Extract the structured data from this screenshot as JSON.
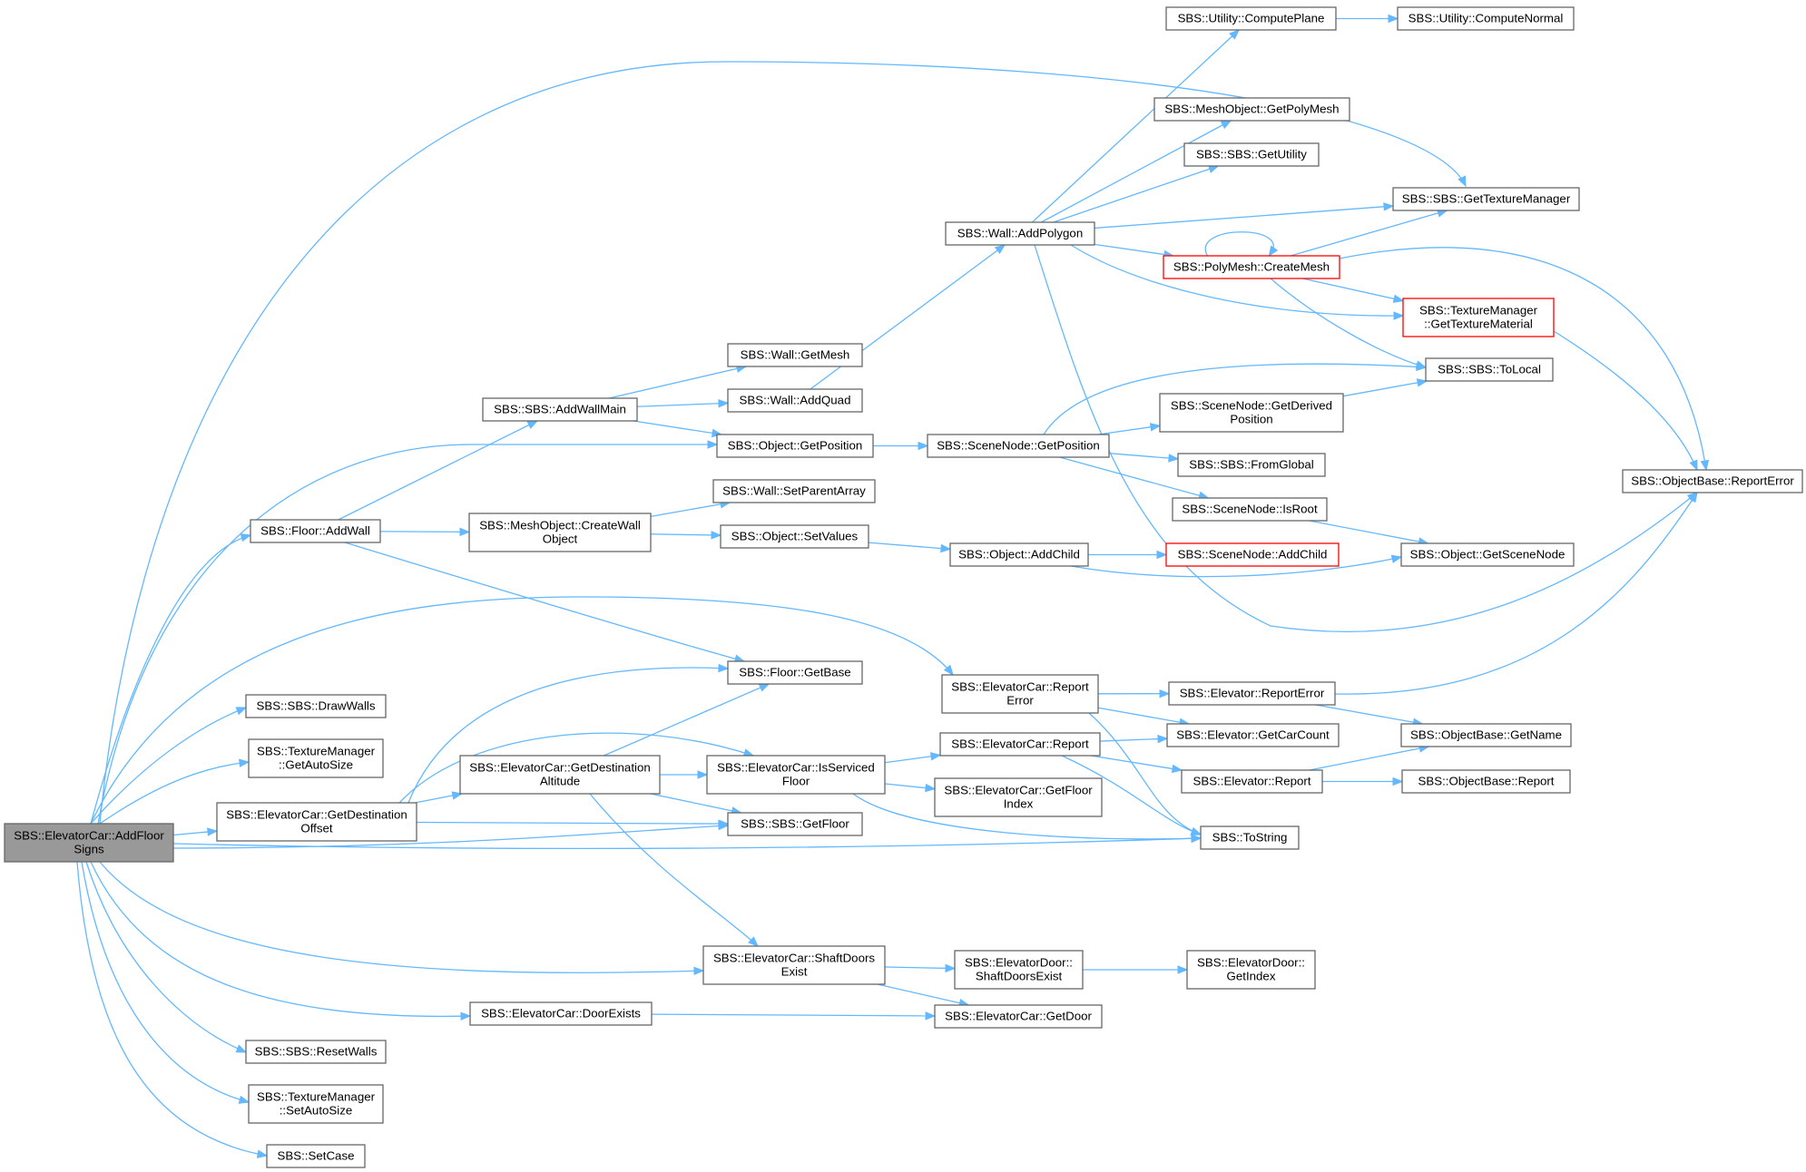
{
  "graph": {
    "colors": {
      "edge": "#63b8ff",
      "node_border": "#666666",
      "highlight_border": "#ff0000",
      "root_fill": "#999999"
    },
    "nodes": [
      {
        "id": "n0",
        "lines": [
          "SBS::ElevatorCar::AddFloor",
          "Signs"
        ],
        "root": true
      },
      {
        "id": "n1",
        "lines": [
          "SBS::Floor::AddWall"
        ]
      },
      {
        "id": "n2",
        "lines": [
          "SBS::SBS::AddWallMain"
        ]
      },
      {
        "id": "n3",
        "lines": [
          "SBS::Wall::GetMesh"
        ]
      },
      {
        "id": "n4",
        "lines": [
          "SBS::Wall::AddQuad"
        ]
      },
      {
        "id": "n5",
        "lines": [
          "SBS::Object::GetPosition"
        ]
      },
      {
        "id": "n6",
        "lines": [
          "SBS::Wall::AddPolygon"
        ]
      },
      {
        "id": "n7",
        "lines": [
          "SBS::Utility::ComputePlane"
        ]
      },
      {
        "id": "n8",
        "lines": [
          "SBS::Utility::ComputeNormal"
        ]
      },
      {
        "id": "n9",
        "lines": [
          "SBS::MeshObject::GetPolyMesh"
        ]
      },
      {
        "id": "n10",
        "lines": [
          "SBS::SBS::GetUtility"
        ]
      },
      {
        "id": "n11",
        "lines": [
          "SBS::SBS::GetTextureManager"
        ]
      },
      {
        "id": "n12",
        "lines": [
          "SBS::PolyMesh::CreateMesh"
        ],
        "red": true
      },
      {
        "id": "n13",
        "lines": [
          "SBS::TextureManager",
          "::GetTextureMaterial"
        ],
        "red": true
      },
      {
        "id": "n14",
        "lines": [
          "SBS::SBS::ToLocal"
        ]
      },
      {
        "id": "n15",
        "lines": [
          "SBS::ObjectBase::ReportError"
        ]
      },
      {
        "id": "n16",
        "lines": [
          "SBS::SceneNode::GetPosition"
        ]
      },
      {
        "id": "n17",
        "lines": [
          "SBS::SceneNode::GetDerived",
          "Position"
        ]
      },
      {
        "id": "n18",
        "lines": [
          "SBS::SBS::FromGlobal"
        ]
      },
      {
        "id": "n19",
        "lines": [
          "SBS::SceneNode::IsRoot"
        ]
      },
      {
        "id": "n20",
        "lines": [
          "SBS::Object::GetSceneNode"
        ]
      },
      {
        "id": "n21",
        "lines": [
          "SBS::MeshObject::CreateWall",
          "Object"
        ]
      },
      {
        "id": "n22",
        "lines": [
          "SBS::Wall::SetParentArray"
        ]
      },
      {
        "id": "n23",
        "lines": [
          "SBS::Object::SetValues"
        ]
      },
      {
        "id": "n24",
        "lines": [
          "SBS::Object::AddChild"
        ]
      },
      {
        "id": "n25",
        "lines": [
          "SBS::SceneNode::AddChild"
        ],
        "red": true
      },
      {
        "id": "n26",
        "lines": [
          "SBS::Floor::GetBase"
        ]
      },
      {
        "id": "n27",
        "lines": [
          "SBS::ElevatorCar::Report",
          "Error"
        ]
      },
      {
        "id": "n28",
        "lines": [
          "SBS::Elevator::ReportError"
        ]
      },
      {
        "id": "n29",
        "lines": [
          "SBS::Elevator::GetCarCount"
        ]
      },
      {
        "id": "n30",
        "lines": [
          "SBS::ObjectBase::GetName"
        ]
      },
      {
        "id": "n31",
        "lines": [
          "SBS::ToString"
        ]
      },
      {
        "id": "n32",
        "lines": [
          "SBS::SBS::DrawWalls"
        ]
      },
      {
        "id": "n33",
        "lines": [
          "SBS::TextureManager",
          "::GetAutoSize"
        ]
      },
      {
        "id": "n34",
        "lines": [
          "SBS::ElevatorCar::GetDestination",
          "Offset"
        ]
      },
      {
        "id": "n35",
        "lines": [
          "SBS::ElevatorCar::GetDestination",
          "Altitude"
        ]
      },
      {
        "id": "n36",
        "lines": [
          "SBS::ElevatorCar::IsServiced",
          "Floor"
        ]
      },
      {
        "id": "n37",
        "lines": [
          "SBS::ElevatorCar::Report"
        ]
      },
      {
        "id": "n38",
        "lines": [
          "SBS::Elevator::Report"
        ]
      },
      {
        "id": "n39",
        "lines": [
          "SBS::ObjectBase::Report"
        ]
      },
      {
        "id": "n40",
        "lines": [
          "SBS::ElevatorCar::GetFloor",
          "Index"
        ]
      },
      {
        "id": "n41",
        "lines": [
          "SBS::SBS::GetFloor"
        ]
      },
      {
        "id": "n42",
        "lines": [
          "SBS::ElevatorCar::ShaftDoors",
          "Exist"
        ]
      },
      {
        "id": "n43",
        "lines": [
          "SBS::ElevatorDoor::",
          "ShaftDoorsExist"
        ]
      },
      {
        "id": "n44",
        "lines": [
          "SBS::ElevatorDoor::",
          "GetIndex"
        ]
      },
      {
        "id": "n45",
        "lines": [
          "SBS::ElevatorCar::DoorExists"
        ]
      },
      {
        "id": "n46",
        "lines": [
          "SBS::ElevatorCar::GetDoor"
        ]
      },
      {
        "id": "n47",
        "lines": [
          "SBS::SBS::ResetWalls"
        ]
      },
      {
        "id": "n48",
        "lines": [
          "SBS::TextureManager",
          "::SetAutoSize"
        ]
      },
      {
        "id": "n49",
        "lines": [
          "SBS::SetCase"
        ]
      }
    ],
    "edges": [
      [
        "n0",
        "n1"
      ],
      [
        "n0",
        "n11"
      ],
      [
        "n0",
        "n5"
      ],
      [
        "n0",
        "n27"
      ],
      [
        "n0",
        "n32"
      ],
      [
        "n0",
        "n33"
      ],
      [
        "n0",
        "n34"
      ],
      [
        "n0",
        "n41"
      ],
      [
        "n0",
        "n31"
      ],
      [
        "n0",
        "n42"
      ],
      [
        "n0",
        "n45"
      ],
      [
        "n0",
        "n47"
      ],
      [
        "n0",
        "n48"
      ],
      [
        "n0",
        "n49"
      ],
      [
        "n1",
        "n2"
      ],
      [
        "n1",
        "n21"
      ],
      [
        "n1",
        "n26"
      ],
      [
        "n2",
        "n3"
      ],
      [
        "n2",
        "n4"
      ],
      [
        "n2",
        "n5"
      ],
      [
        "n4",
        "n6"
      ],
      [
        "n6",
        "n7"
      ],
      [
        "n6",
        "n9"
      ],
      [
        "n6",
        "n10"
      ],
      [
        "n6",
        "n11"
      ],
      [
        "n6",
        "n12"
      ],
      [
        "n6",
        "n13"
      ],
      [
        "n6",
        "n15"
      ],
      [
        "n7",
        "n8"
      ],
      [
        "n12",
        "n12"
      ],
      [
        "n12",
        "n11"
      ],
      [
        "n12",
        "n13"
      ],
      [
        "n12",
        "n14"
      ],
      [
        "n12",
        "n15"
      ],
      [
        "n13",
        "n15"
      ],
      [
        "n5",
        "n16"
      ],
      [
        "n16",
        "n14"
      ],
      [
        "n16",
        "n17"
      ],
      [
        "n16",
        "n18"
      ],
      [
        "n16",
        "n19"
      ],
      [
        "n17",
        "n14"
      ],
      [
        "n19",
        "n20"
      ],
      [
        "n21",
        "n22"
      ],
      [
        "n21",
        "n23"
      ],
      [
        "n23",
        "n24"
      ],
      [
        "n24",
        "n25"
      ],
      [
        "n24",
        "n20"
      ],
      [
        "n27",
        "n28"
      ],
      [
        "n27",
        "n29"
      ],
      [
        "n27",
        "n31"
      ],
      [
        "n28",
        "n30"
      ],
      [
        "n28",
        "n15"
      ],
      [
        "n34",
        "n26"
      ],
      [
        "n34",
        "n35"
      ],
      [
        "n34",
        "n36"
      ],
      [
        "n34",
        "n41"
      ],
      [
        "n35",
        "n26"
      ],
      [
        "n35",
        "n36"
      ],
      [
        "n35",
        "n41"
      ],
      [
        "n35",
        "n42"
      ],
      [
        "n36",
        "n37"
      ],
      [
        "n36",
        "n40"
      ],
      [
        "n36",
        "n31"
      ],
      [
        "n37",
        "n29"
      ],
      [
        "n37",
        "n38"
      ],
      [
        "n37",
        "n31"
      ],
      [
        "n38",
        "n30"
      ],
      [
        "n38",
        "n39"
      ],
      [
        "n42",
        "n43"
      ],
      [
        "n42",
        "n46"
      ],
      [
        "n43",
        "n44"
      ],
      [
        "n45",
        "n46"
      ]
    ]
  }
}
